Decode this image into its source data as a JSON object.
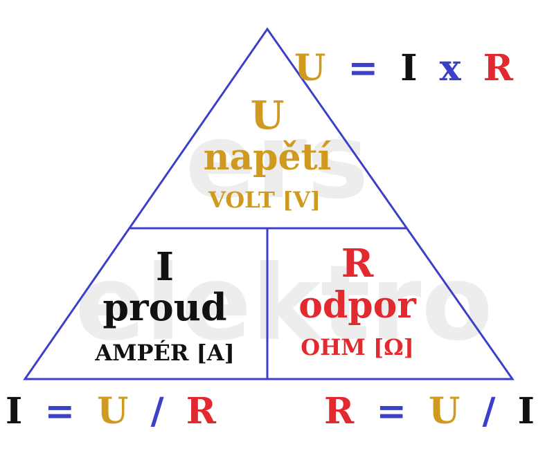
{
  "colors": {
    "voltage": "#D09A20",
    "current": "#111111",
    "resistance": "#E02A30",
    "operator": "#3C40C8",
    "lines": "#3C40C8",
    "watermark": "#EDEDED"
  },
  "watermark": {
    "line1": "ers",
    "line2": "elektro"
  },
  "cells": {
    "voltage": {
      "symbol": "U",
      "name": "napětí",
      "unit": "VOLT [V]"
    },
    "current": {
      "symbol": "I",
      "name": "proud",
      "unit": "AMPÉR [A]"
    },
    "resistance": {
      "symbol": "R",
      "name": "odpor",
      "unit": "OHM [Ω]"
    }
  },
  "formulas": {
    "voltage": {
      "result": "U",
      "equals": "=",
      "left": "I",
      "operator": "x",
      "right": "R"
    },
    "current": {
      "result": "I",
      "equals": "=",
      "left": "U",
      "operator": "/",
      "right": "R"
    },
    "resistance": {
      "result": "R",
      "equals": "=",
      "left": "U",
      "operator": "/",
      "right": "I"
    }
  }
}
